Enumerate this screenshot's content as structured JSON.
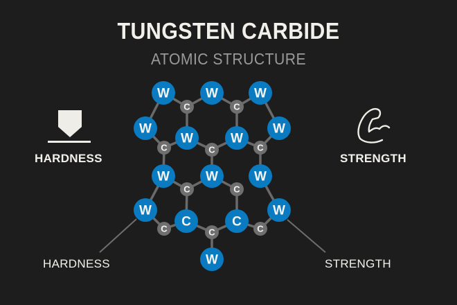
{
  "header": {
    "title": "TUNGSTEN CARBIDE",
    "subtitle": "ATOMIC STRUCTURE"
  },
  "features": {
    "left": {
      "label": "HARDNESS",
      "icon": "indenter-icon"
    },
    "right": {
      "label": "STRENGTH",
      "icon": "flexed-arm-icon"
    }
  },
  "callouts": {
    "left": "HARDNESS",
    "right": "STRENGTH"
  },
  "colors": {
    "tungsten": "#0a7bc1",
    "carbon_small": "#6f6f6f",
    "bond": "#6a6a6a",
    "background": "#1d1d1d"
  },
  "atoms": [
    {
      "id": "w1",
      "el": "W",
      "kind": "W"
    },
    {
      "id": "c1",
      "el": "C",
      "kind": "c"
    },
    {
      "id": "w2",
      "el": "W",
      "kind": "W"
    },
    {
      "id": "c2",
      "el": "C",
      "kind": "c"
    },
    {
      "id": "w3",
      "el": "W",
      "kind": "W"
    },
    {
      "id": "w4",
      "el": "W",
      "kind": "W"
    },
    {
      "id": "w5",
      "el": "W",
      "kind": "W"
    },
    {
      "id": "c3",
      "el": "C",
      "kind": "c"
    },
    {
      "id": "w6",
      "el": "W",
      "kind": "W"
    },
    {
      "id": "c4",
      "el": "C",
      "kind": "c"
    },
    {
      "id": "w7",
      "el": "W",
      "kind": "W"
    },
    {
      "id": "w8",
      "el": "W",
      "kind": "W"
    },
    {
      "id": "w9",
      "el": "W",
      "kind": "W"
    },
    {
      "id": "w10",
      "el": "W",
      "kind": "W"
    },
    {
      "id": "c5",
      "el": "C",
      "kind": "c"
    },
    {
      "id": "c6",
      "el": "C",
      "kind": "c"
    },
    {
      "id": "w11",
      "el": "W",
      "kind": "W"
    },
    {
      "id": "w12",
      "el": "W",
      "kind": "W"
    },
    {
      "id": "c7",
      "el": "C",
      "kind": "c"
    },
    {
      "id": "cb1",
      "el": "C",
      "kind": "C"
    },
    {
      "id": "c8",
      "el": "C",
      "kind": "c"
    },
    {
      "id": "cb2",
      "el": "C",
      "kind": "C"
    },
    {
      "id": "c9",
      "el": "C",
      "kind": "c"
    },
    {
      "id": "w13",
      "el": "W",
      "kind": "W"
    }
  ],
  "bonds": [
    [
      "w1",
      "c1"
    ],
    [
      "c1",
      "w2"
    ],
    [
      "w2",
      "c2"
    ],
    [
      "c2",
      "w3"
    ],
    [
      "w1",
      "w4"
    ],
    [
      "w3",
      "w7"
    ],
    [
      "c1",
      "w5"
    ],
    [
      "c2",
      "w6"
    ],
    [
      "w4",
      "c3"
    ],
    [
      "c3",
      "w5"
    ],
    [
      "w5",
      "c4"
    ],
    [
      "c4",
      "w6"
    ],
    [
      "w6",
      "c5"
    ],
    [
      "c5",
      "w7"
    ],
    [
      "c3",
      "w8"
    ],
    [
      "c4",
      "w9"
    ],
    [
      "c5",
      "w10"
    ],
    [
      "w8",
      "c6"
    ],
    [
      "c6",
      "w9"
    ],
    [
      "w9",
      "c6b"
    ],
    [
      "w8",
      "w11"
    ],
    [
      "w10",
      "w12"
    ],
    [
      "w11",
      "c7"
    ],
    [
      "c7",
      "cb1"
    ],
    [
      "cb1",
      "c8"
    ],
    [
      "c8",
      "cb2"
    ],
    [
      "cb2",
      "c9"
    ],
    [
      "c9",
      "w12"
    ],
    [
      "c6",
      "cb1"
    ],
    [
      "c6b",
      "cb2"
    ],
    [
      "c8",
      "w13"
    ]
  ]
}
